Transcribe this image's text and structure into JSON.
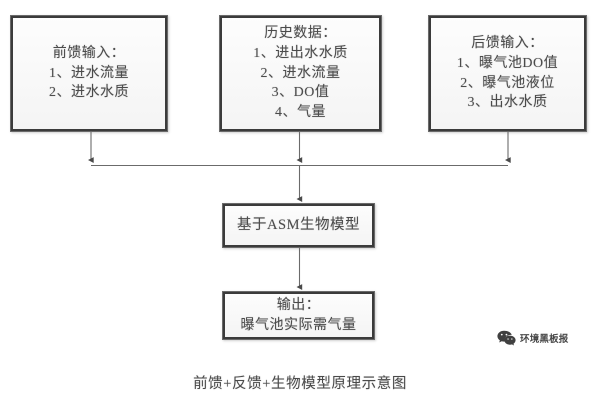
{
  "diagram": {
    "type": "flowchart",
    "nodes": {
      "feedforward": {
        "lines": [
          "前馈输入：",
          "1、进水流量",
          "2、进水水质"
        ]
      },
      "history": {
        "lines": [
          "历史数据：",
          "1、进出水水质",
          "2、进水流量",
          "3、DO值",
          "4、气量"
        ]
      },
      "feedback": {
        "lines": [
          "后馈输入：",
          "1、曝气池DO值",
          "2、曝气池液位",
          "3、出水水质"
        ]
      },
      "model": {
        "lines": [
          "基于ASM生物模型"
        ]
      },
      "output": {
        "lines": [
          "输出：",
          "曝气池实际需气量"
        ]
      }
    },
    "edges": [
      {
        "from": "feedforward",
        "to": "bus",
        "arrow": true
      },
      {
        "from": "history",
        "to": "bus",
        "arrow": true
      },
      {
        "from": "feedback",
        "to": "bus",
        "arrow": true
      },
      {
        "from": "bus",
        "to": "model",
        "arrow": true
      },
      {
        "from": "model",
        "to": "output",
        "arrow": true
      }
    ]
  },
  "caption": "前馈+反馈+生物模型原理示意图",
  "watermark": {
    "icon": "wechat-logo-icon",
    "text": "环境黑板报"
  },
  "colors": {
    "box_border": "#3b3b3b",
    "box_fill": "#f7f7f7",
    "connector": "#555555",
    "text": "#4b4b4b",
    "background": "#ffffff"
  }
}
